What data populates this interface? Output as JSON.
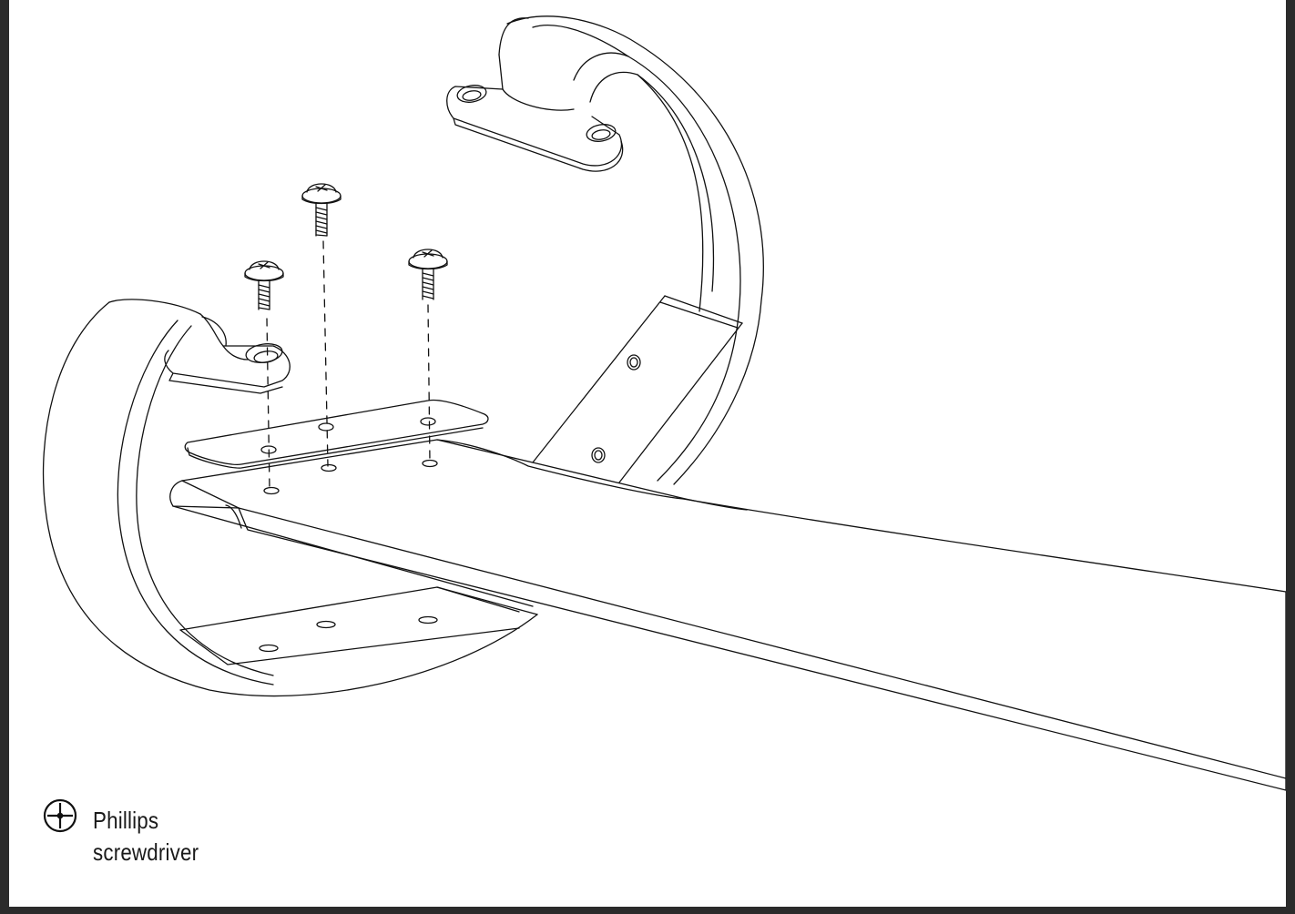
{
  "tool": {
    "icon": "phillips-screwdriver-icon",
    "name_line1": "Phillips",
    "name_line2": "screwdriver"
  },
  "parts": {
    "screw_count": 3,
    "icons": [
      "machine-screw-icon",
      "mounting-plate",
      "rocker-arc-left",
      "rocker-arc-right",
      "seat-plank",
      "mounting-tab"
    ]
  },
  "colors": {
    "line": "#111111",
    "page": "#ffffff",
    "frame": "#2b2b2b"
  }
}
